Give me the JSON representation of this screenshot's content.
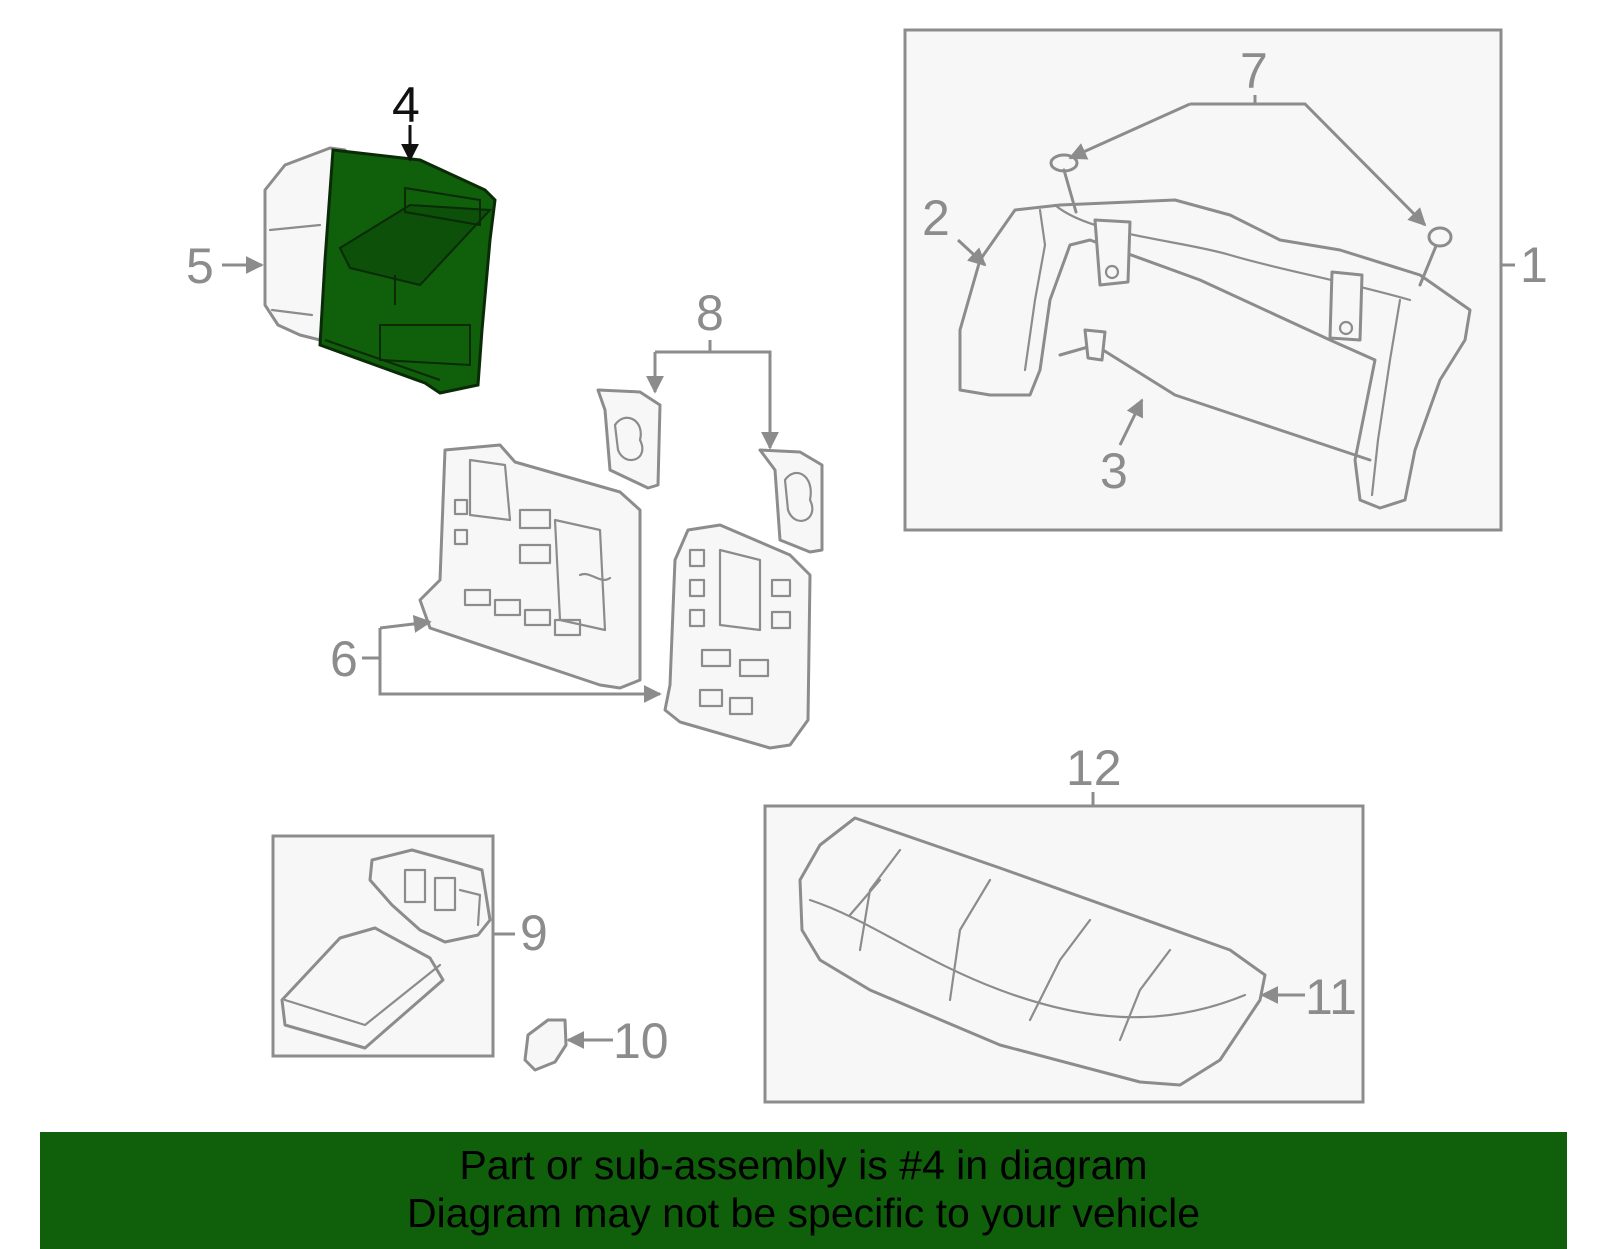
{
  "callouts": {
    "c1": "1",
    "c2": "2",
    "c3": "3",
    "c4": "4",
    "c5": "5",
    "c6": "6",
    "c7": "7",
    "c8": "8",
    "c9": "9",
    "c10": "10",
    "c11": "11",
    "c12": "12"
  },
  "highlighted_part": "4",
  "colors": {
    "highlight": "#0f5f0b",
    "banner": "#0f5f0b",
    "linework": "#8c8c8c"
  },
  "banner": {
    "line1": "Part or sub-assembly is #4 in diagram",
    "line2": "Diagram may not be specific to your vehicle"
  }
}
